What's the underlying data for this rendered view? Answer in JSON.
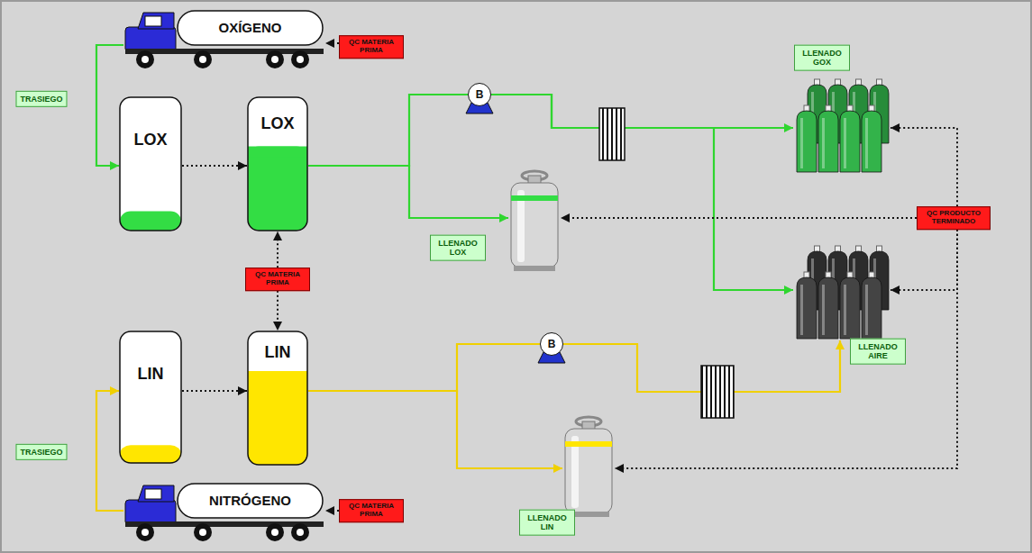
{
  "diagram": {
    "nodes": [
      {
        "text": [
          "OXÍGENO"
        ]
      },
      {
        "text": [
          "QC MATERIA PRIMA"
        ]
      },
      {
        "text": [
          "TRASIEGO"
        ]
      },
      {
        "text": [
          "LOX"
        ]
      },
      {
        "text": [
          "LOX"
        ]
      },
      {
        "text": [
          "B"
        ]
      },
      {
        "text": [
          "LLENADO GOX"
        ]
      },
      {
        "text": [
          "LLENADO LOX"
        ]
      },
      {
        "text": [
          "QC PRODUCTO TERMINADO"
        ]
      },
      {
        "text": [
          "QC MATERIA PRIMA"
        ]
      },
      {
        "text": [
          "LLENADO AIRE"
        ]
      },
      {
        "text": [
          "LIN"
        ]
      },
      {
        "text": [
          "LIN"
        ]
      },
      {
        "text": [
          "B"
        ]
      },
      {
        "text": [
          "TRASIEGO"
        ]
      },
      {
        "text": [
          "LLENADO LIN"
        ]
      },
      {
        "text": [
          "NITRÓGENO"
        ]
      },
      {
        "text": [
          "QC MATERIA PRIMA"
        ]
      }
    ],
    "edges": [
      {
        "from": 0,
        "to": 3,
        "arrow": "to"
      },
      {
        "from": 3,
        "to": 4,
        "arrow": "to"
      },
      {
        "from": 1,
        "to": 0,
        "arrow": "to"
      },
      {
        "from": 4,
        "to": 5,
        "arrow": "none"
      },
      {
        "from": 4,
        "to": 7,
        "arrow": "to"
      },
      {
        "from": 5,
        "to": 6,
        "arrow": "to"
      },
      {
        "from": 5,
        "to": 10,
        "arrow": "to"
      },
      {
        "from": 9,
        "to": 4,
        "arrow": "to"
      },
      {
        "from": 9,
        "to": 12,
        "arrow": "to"
      },
      {
        "from": 8,
        "to": 6,
        "arrow": "to"
      },
      {
        "from": 8,
        "to": 7,
        "arrow": "to"
      },
      {
        "from": 8,
        "to": 10,
        "arrow": "to"
      },
      {
        "from": 8,
        "to": 15,
        "arrow": "to"
      },
      {
        "from": 16,
        "to": 11,
        "arrow": "to"
      },
      {
        "from": 11,
        "to": 12,
        "arrow": "to"
      },
      {
        "from": 12,
        "to": 13,
        "arrow": "none"
      },
      {
        "from": 12,
        "to": 15,
        "arrow": "to"
      },
      {
        "from": 13,
        "to": 10,
        "arrow": "to"
      },
      {
        "from": 17,
        "to": 16,
        "arrow": "to"
      }
    ]
  }
}
